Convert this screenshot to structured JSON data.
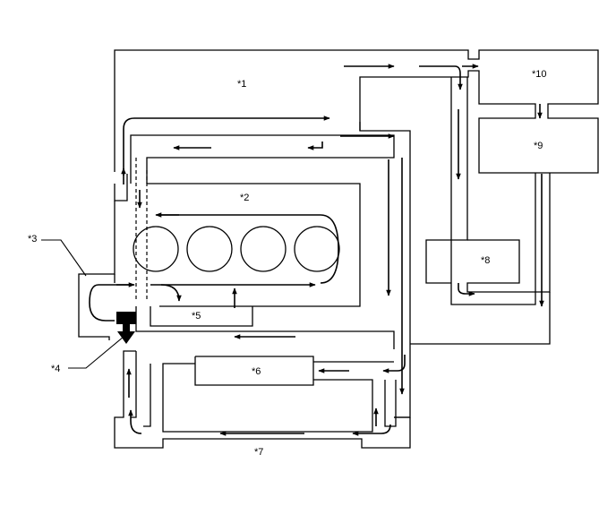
{
  "labels": {
    "l1": "*1",
    "l2": "*2",
    "l3": "*3",
    "l4": "*4",
    "l5": "*5",
    "l6": "*6",
    "l7": "*7",
    "l8": "*8",
    "l9": "*9",
    "l10": "*10"
  }
}
